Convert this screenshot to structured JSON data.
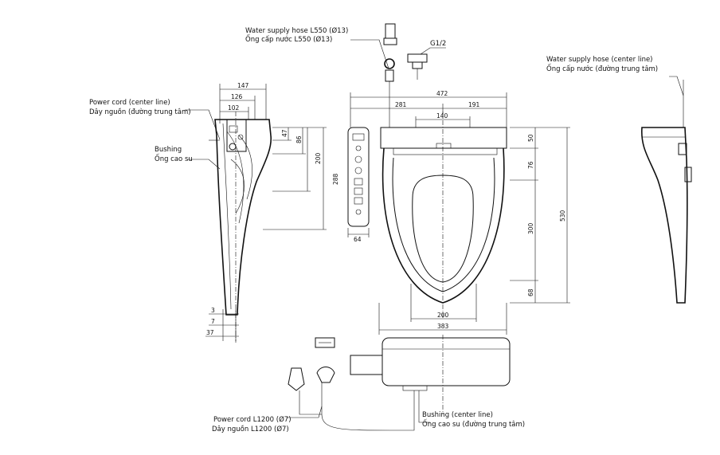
{
  "labels": {
    "water_hose_l550_en": "Water supply hose L550 (Ø13)",
    "water_hose_l550_vi": "Ống cấp nước L550 (Ø13)",
    "g12": "G1/2",
    "water_hose_center_en": "Water supply hose (center line)",
    "water_hose_center_vi": "Ống cấp nước (đường trung tâm)",
    "power_cord_center_en": "Power cord (center line)",
    "power_cord_center_vi": "Dây nguồn (đường trung tâm)",
    "bushing_en": "Bushing",
    "bushing_vi": "Ống cao su",
    "power_cord_l1200_en": "Power cord L1200 (Ø7)",
    "power_cord_l1200_vi": "Dây nguồn L1200 (Ø7)",
    "bushing_center_en": "Bushing (center line)",
    "bushing_center_vi": "Ống cao su (đường trung tâm)"
  },
  "dimensions": {
    "d147": "147",
    "d126": "126",
    "d102": "102",
    "d47": "47",
    "d86": "86",
    "d200_side": "200",
    "d288": "288",
    "d64": "64",
    "d3": "3",
    "d7": "7",
    "d37": "37",
    "d472": "472",
    "d281": "281",
    "d191": "191",
    "d140": "140",
    "d50": "50",
    "d76": "76",
    "d300": "300",
    "d530": "530",
    "d68": "68",
    "d200_bottom": "200",
    "d383": "383"
  }
}
